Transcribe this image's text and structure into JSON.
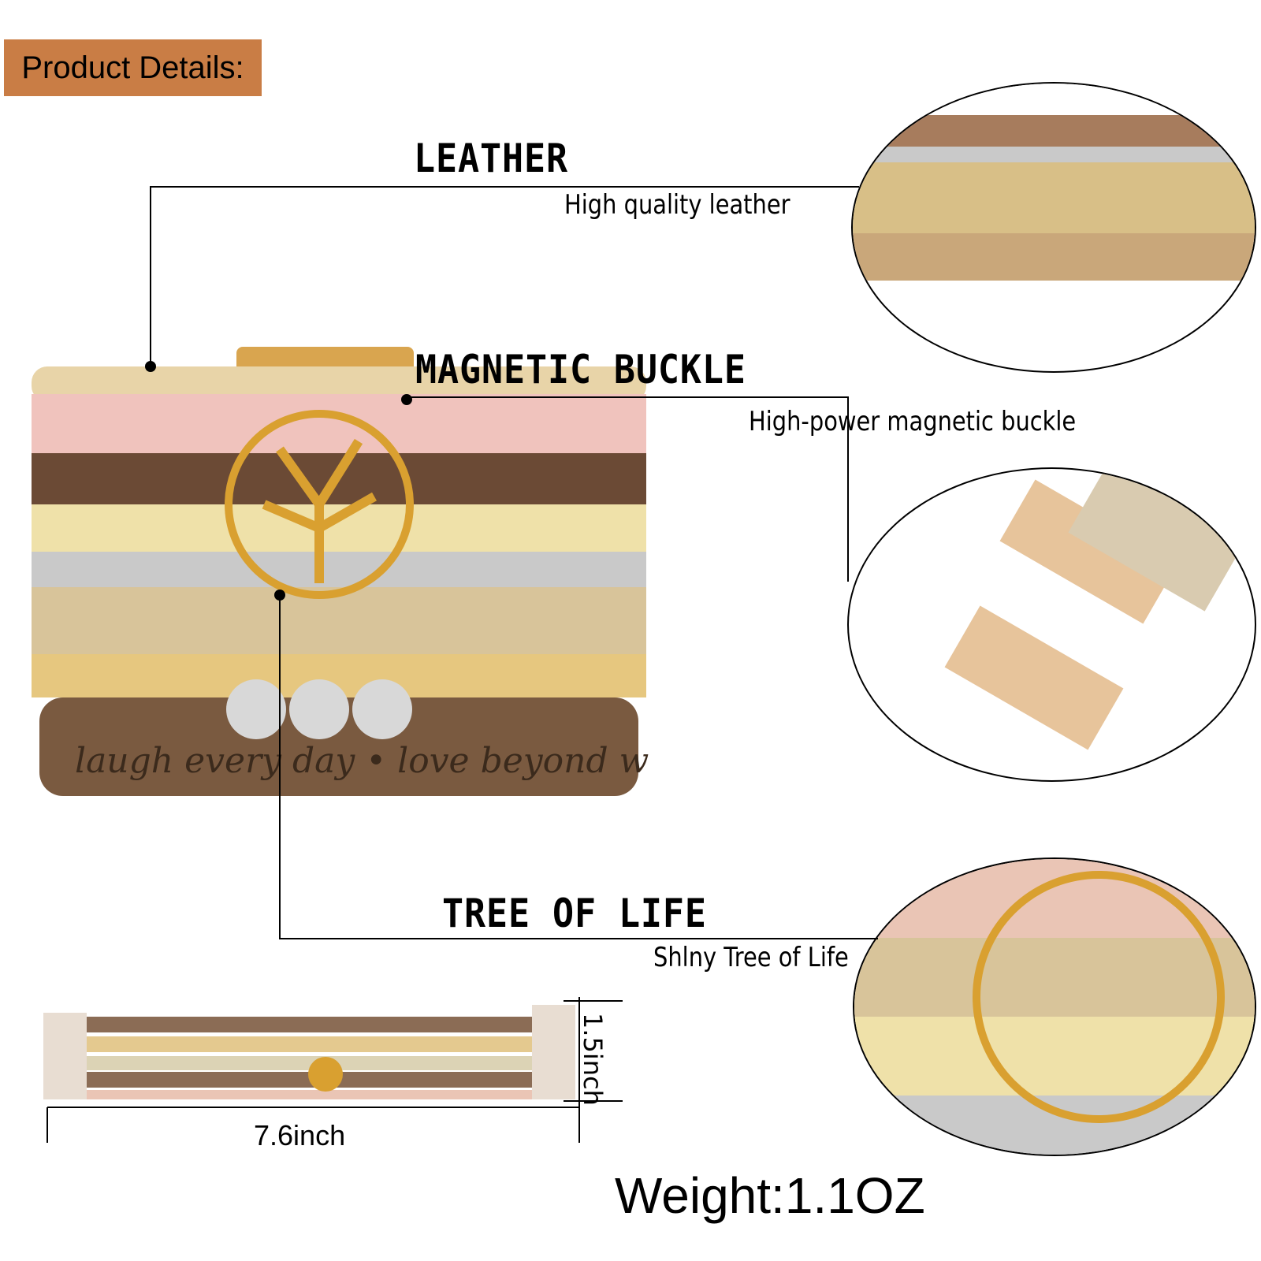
{
  "badge": {
    "label": "Product Details:",
    "color": "#c97d45"
  },
  "features": [
    {
      "title": "LEATHER",
      "subtitle": "High quality leather"
    },
    {
      "title": "MAGNETIC BUCKLE",
      "subtitle": "High-power magnetic buckle"
    },
    {
      "title": "TREE OF LIFE",
      "subtitle": "Shlny Tree of Life"
    }
  ],
  "engraving": {
    "text": "laugh every day • love beyond words"
  },
  "dimensions": {
    "height": "1.5inch",
    "length": "7.6inch"
  },
  "weight": "Weight:1.1OZ"
}
